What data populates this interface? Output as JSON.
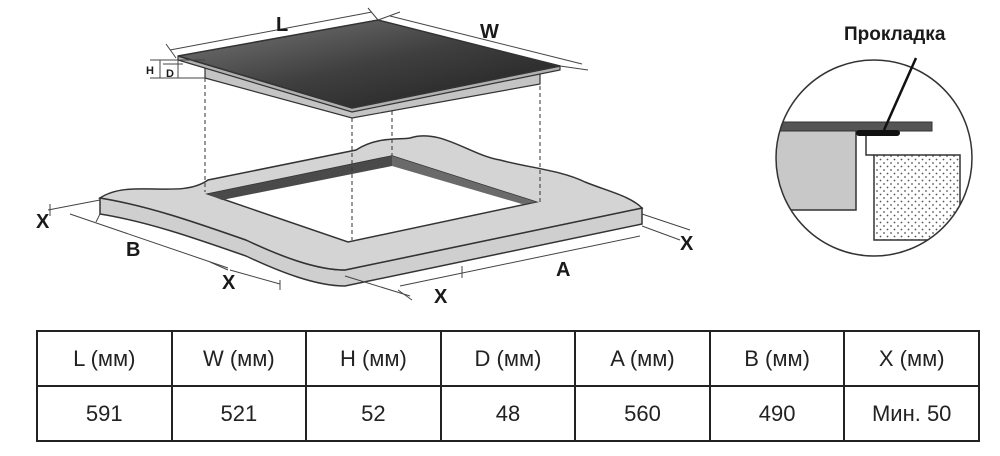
{
  "diagram": {
    "labels": {
      "L": "L",
      "W": "W",
      "H": "H",
      "D": "D",
      "X": "X",
      "A": "A",
      "B": "B"
    },
    "gasket_label": "Прокладка"
  },
  "table": {
    "headers": [
      "L (мм)",
      "W (мм)",
      "H (мм)",
      "D (мм)",
      "A (мм)",
      "B (мм)",
      "X (мм)"
    ],
    "values": [
      "591",
      "521",
      "52",
      "48",
      "560",
      "490",
      "Мин. 50"
    ]
  }
}
